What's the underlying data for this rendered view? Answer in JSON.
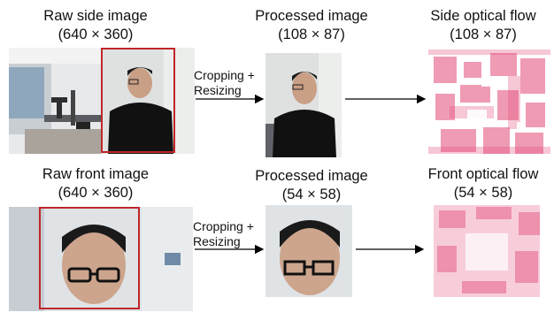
{
  "rows": [
    {
      "raw": {
        "title": "Raw side image",
        "size": "(640 × 360)"
      },
      "operation": {
        "line1": "Cropping +",
        "line2": "Resizing"
      },
      "processed": {
        "title": "Processed image",
        "size": "(108 × 87)"
      },
      "flow": {
        "title": "Side optical flow",
        "size": "(108 × 87)"
      }
    },
    {
      "raw": {
        "title": "Raw front image",
        "size": "(640 × 360)"
      },
      "operation": {
        "line1": "Cropping +",
        "line2": "Resizing"
      },
      "processed": {
        "title": "Processed image",
        "size": "(54 × 58)"
      },
      "flow": {
        "title": "Front optical flow",
        "size": "(54 × 58)"
      }
    }
  ],
  "colors": {
    "crop_box": "#c0262b",
    "flow_pink": "#e34a78",
    "arrow": "#000000"
  },
  "icons": {
    "arrow": "right-arrow-icon"
  }
}
